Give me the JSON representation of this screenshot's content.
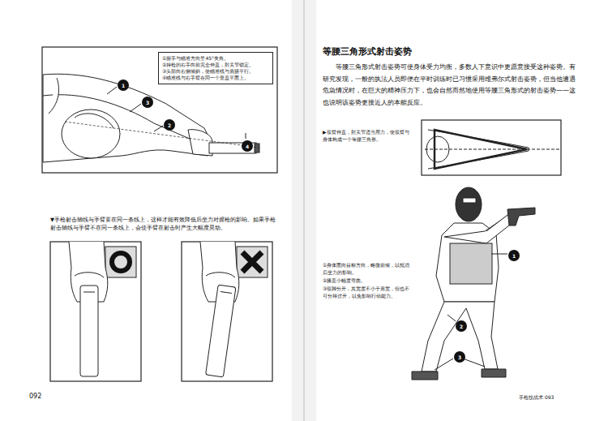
{
  "diagram": {
    "title": "等腰三角形式射击姿势",
    "nodes": [
      {
        "text": [
          "①握手与瞄准方向呈45°夹角。",
          "②持枪的右手向前完全伸直，肘关节锁定。",
          "③头部向右侧倾斜，使瞄准线与肩膀平行。",
          "④瞄准线与右手臂在同一个垂直平面上。"
        ]
      },
      {
        "text": [
          "1"
        ]
      },
      {
        "text": [
          "3"
        ]
      },
      {
        "text": [
          "2"
        ]
      },
      {
        "text": [
          "4"
        ]
      },
      {
        "text": [
          "1"
        ]
      },
      {
        "text": [
          "2"
        ]
      },
      {
        "text": [
          "3"
        ]
      }
    ],
    "labels": [
      "▼手枪射击轴线与手臂要在同一条线上，这样才能有效降低后坐力对握枪的影响。如果手枪射击轴线与手臂不在同一条线上，会使手臂在射击时产生大幅度晃动。",
      "092",
      "等腰三角形式射击姿势可使身体受力均衡，多数人下意识中更愿意接受这种姿势。有研究发现，一般的执法人员即便在平时训练时已习惯采用维弗尔式射击姿势，但当他遭遇危急情况时，在巨大的精神压力下，也会自然而然地使用等腰三角形式的射击姿势——这也说明该姿势更接近人的本能反应。",
      "▶双臂伸直，肘关节适当用力，使双臂与身体构成一个等腰三角形。",
      "①身体面向目标方向，略微前倾，以抵消后坐力的影响。",
      "②膝盖小幅度弯曲。",
      "③双脚分开，其宽度不小于肩宽，但也不可分得过开，以免影响行动能力。",
      "手枪技战术·093"
    ]
  }
}
